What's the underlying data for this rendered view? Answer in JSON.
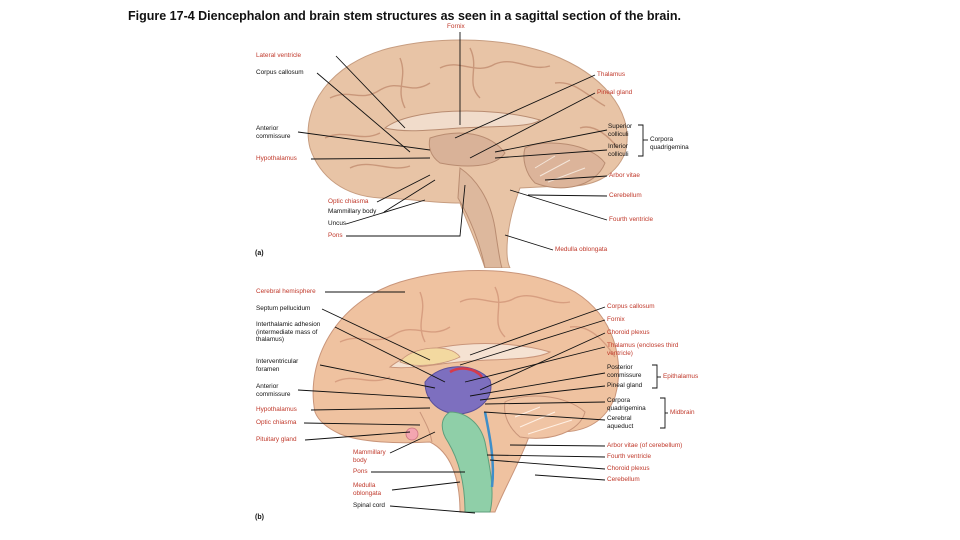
{
  "title": "Figure 17-4 Diencephalon and brain stem structures as seen in a sagittal section of the brain.",
  "panel_a": {
    "tag": "(a)",
    "labels": {
      "fornix": "Fornix",
      "lateral_ventricle": "Lateral ventricle",
      "corpus_callosum": "Corpus callosum",
      "thalamus": "Thalamus",
      "pineal_gland": "Pineal gland",
      "anterior_commissure": "Anterior commissure",
      "superior_colliculi": "Superior colliculi",
      "inferior_colliculi": "Inferior colliculi",
      "corpora_quadrigemina": "Corpora quadrigemina",
      "hypothalamus": "Hypothalamus",
      "arbor_vitae": "Arbor vitae",
      "optic_chiasma": "Optic chiasma",
      "cerebellum": "Cerebellum",
      "mammillary_body": "Mammillary body",
      "fourth_ventricle": "Fourth ventricle",
      "uncus": "Uncus",
      "pons": "Pons",
      "medulla_oblongata": "Medulla oblongata"
    }
  },
  "panel_b": {
    "tag": "(b)",
    "labels": {
      "cerebral_hemisphere": "Cerebral hemisphere",
      "septum_pellucidum": "Septum pellucidum",
      "corpus_callosum": "Corpus callosum",
      "fornix": "Fornix",
      "interthalamic_adhesion": "Interthalamic adhesion (intermediate mass of thalamus)",
      "choroid_plexus_1": "Choroid plexus",
      "thalamus": "Thalamus (encloses third ventricle)",
      "interventricular_foramen": "Interventricular foramen",
      "posterior_commissure": "Posterior commissure",
      "epithalamus": "Epithalamus",
      "pineal_gland": "Pineal gland",
      "anterior_commissure": "Anterior commissure",
      "corpora_quadrigemina": "Corpora quadrigemina",
      "midbrain": "Midbrain",
      "cerebral_aqueduct": "Cerebral aqueduct",
      "hypothalamus": "Hypothalamus",
      "optic_chiasma": "Optic chiasma",
      "pituitary_gland": "Pituitary gland",
      "arbor_vitae": "Arbor vitae (of cerebellum)",
      "mammillary_body": "Mammillary body",
      "fourth_ventricle": "Fourth ventricle",
      "choroid_plexus_2": "Choroid plexus",
      "pons": "Pons",
      "cerebellum": "Cerebellum",
      "medulla_oblongata": "Medulla oblongata",
      "spinal_cord": "Spinal cord"
    }
  },
  "colors": {
    "label_red": "#c0392b",
    "brain_tan": "#e9c2a2",
    "diencephalon_purple": "#7d6fbf",
    "brainstem_green": "#8fcfa8",
    "ventricle_blue": "#3f8fc9"
  }
}
